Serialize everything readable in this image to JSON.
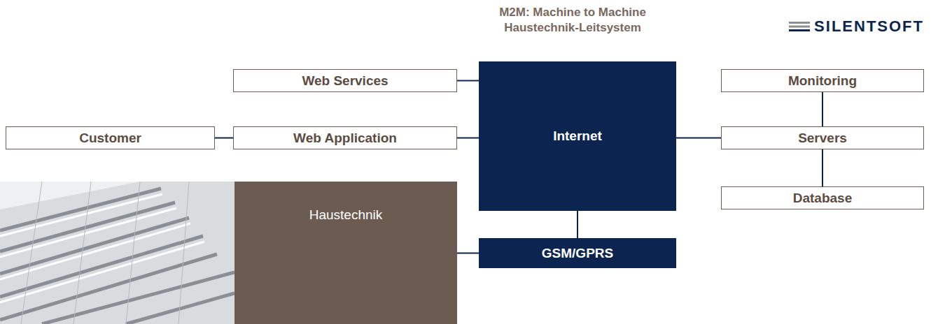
{
  "diagram": {
    "title": "M2M: Machine to Machine Haustechnik-Leitsystem",
    "nodes": [
      {
        "text": [
          "Web Services"
        ]
      },
      {
        "text": [
          "Monitoring"
        ]
      },
      {
        "text": [
          "Customer"
        ]
      },
      {
        "text": [
          "Web Application"
        ]
      },
      {
        "text": [
          "Internet"
        ]
      },
      {
        "text": [
          "Servers"
        ]
      },
      {
        "text": [
          "Database"
        ]
      },
      {
        "text": [
          "Haustechnik"
        ]
      },
      {
        "text": [
          "GSM/GPRS"
        ]
      }
    ],
    "edges": [
      {
        "from": 0,
        "to": 4,
        "arrow": "none"
      },
      {
        "from": 2,
        "to": 3,
        "arrow": "none"
      },
      {
        "from": 3,
        "to": 4,
        "arrow": "none"
      },
      {
        "from": 4,
        "to": 5,
        "arrow": "none"
      },
      {
        "from": 1,
        "to": 5,
        "arrow": "none"
      },
      {
        "from": 5,
        "to": 6,
        "arrow": "none"
      },
      {
        "from": 4,
        "to": 8,
        "arrow": "none"
      },
      {
        "from": 7,
        "to": 8,
        "arrow": "none"
      }
    ],
    "labels": [
      "SILENTSOFT"
    ]
  }
}
